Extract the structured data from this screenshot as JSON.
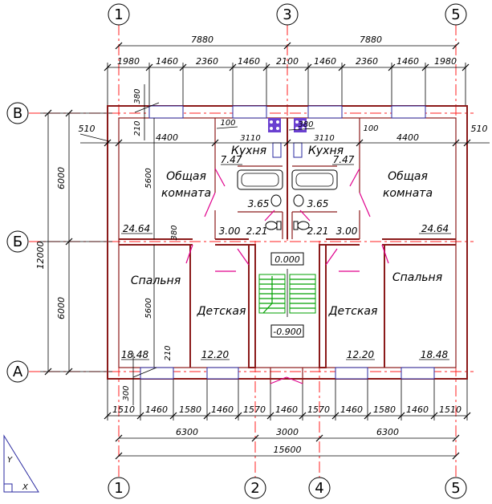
{
  "axes": {
    "top": [
      "1",
      "3",
      "5"
    ],
    "bottom": [
      "1",
      "2",
      "4",
      "5"
    ],
    "left": [
      "В",
      "Б",
      "А"
    ]
  },
  "dims": {
    "top_halves": [
      "7880",
      "7880"
    ],
    "top_segments": [
      "1980",
      "1460",
      "2360",
      "1460",
      "2100",
      "1460",
      "2360",
      "1460",
      "1980"
    ],
    "bottom_segments": [
      "1510",
      "1460",
      "1580",
      "1460",
      "1570",
      "1460",
      "1570",
      "1460",
      "1580",
      "1460",
      "1510"
    ],
    "bottom_mid": [
      "6300",
      "3000",
      "6300"
    ],
    "bottom_total": "15600",
    "left_parts": [
      "6000",
      "6000"
    ],
    "left_total": "12000",
    "wall_left_top": "380",
    "wall_left_top2": "210",
    "wall_left_mid": "380",
    "wall_left_bot": "210",
    "wall_left_bot2": "300",
    "side_left": "510",
    "side_right": "510",
    "room_width_left": "4400",
    "room_width_right": "4400",
    "kitchen_left": "3110",
    "kitchen_right": "3110",
    "partition_left": "100",
    "partition_right": "100",
    "center_wall": "380",
    "depth_upper": "5600",
    "depth_lower": "5600"
  },
  "rooms": {
    "kitchen_left": "Кухня",
    "kitchen_right": "Кухня",
    "living_left_1": "Общая",
    "living_left_2": "комната",
    "living_right_1": "Общая",
    "living_right_2": "комната",
    "bedroom_left": "Спальня",
    "bedroom_right": "Спальня",
    "kids_left": "Детская",
    "kids_right": "Детская"
  },
  "areas": {
    "kitchen_left": "7.47",
    "kitchen_right": "7.47",
    "living_left": "24.64",
    "living_right": "24.64",
    "bath_left": "3.65",
    "bath_right": "3.65",
    "hall_left": "3.00",
    "hall_right": "3.00",
    "wc_left": "2.21",
    "wc_right": "2.21",
    "bedroom_left": "18.48",
    "bedroom_right": "18.48",
    "kids_left": "12.20",
    "kids_right": "12.20"
  },
  "levels": {
    "floor": "0.000",
    "entrance": "-0.900"
  },
  "corner": {
    "y_label": "Y",
    "x_label": "X"
  }
}
